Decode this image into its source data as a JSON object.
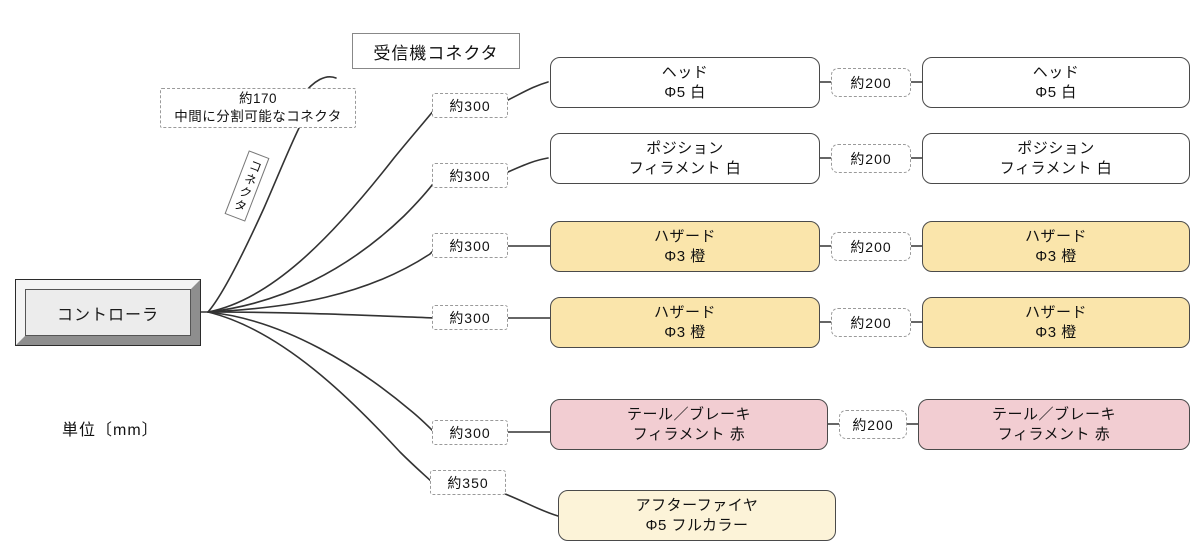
{
  "diagram": {
    "title_note": "受信機コネクタ",
    "unit_note": "単位〔mm〕",
    "controller": {
      "label": "コントローラ"
    },
    "connector_note": {
      "line1": "約170",
      "line2": "中間に分割可能なコネクタ"
    },
    "connector_tag": {
      "label": "コネクタ"
    },
    "colors": {
      "white_fill": "#ffffff",
      "amber_fill": "#fae5ab",
      "cream_fill": "#fcf3d8",
      "pink_fill": "#f2cdd2",
      "box_stroke": "#4a4a4a",
      "wire_stroke": "#333333",
      "dash_stroke": "#9a9a9a",
      "controller_face": "#ececec"
    },
    "left_lengths": [
      "約300",
      "約300",
      "約300",
      "約300",
      "約300",
      "約350"
    ],
    "mid_lengths": [
      "約200",
      "約200",
      "約200",
      "約200",
      "約200"
    ],
    "rows": [
      {
        "left": {
          "line1": "ヘッド",
          "line2": "Φ5 白",
          "fill": "white"
        },
        "right": {
          "line1": "ヘッド",
          "line2": "Φ5 白",
          "fill": "white"
        },
        "mid": "約200",
        "left_len": "約300"
      },
      {
        "left": {
          "line1": "ポジション",
          "line2": "フィラメント 白",
          "fill": "white"
        },
        "right": {
          "line1": "ポジション",
          "line2": "フィラメント 白",
          "fill": "white"
        },
        "mid": "約200",
        "left_len": "約300"
      },
      {
        "left": {
          "line1": "ハザード",
          "line2": "Φ3 橙",
          "fill": "amber"
        },
        "right": {
          "line1": "ハザード",
          "line2": "Φ3 橙",
          "fill": "amber"
        },
        "mid": "約200",
        "left_len": "約300"
      },
      {
        "left": {
          "line1": "ハザード",
          "line2": "Φ3 橙",
          "fill": "amber"
        },
        "right": {
          "line1": "ハザード",
          "line2": "Φ3 橙",
          "fill": "amber"
        },
        "mid": "約200",
        "left_len": "約300"
      },
      {
        "left": {
          "line1": "テール／ブレーキ",
          "line2": "フィラメント 赤",
          "fill": "pink"
        },
        "right": {
          "line1": "テール／ブレーキ",
          "line2": "フィラメント 赤",
          "fill": "pink"
        },
        "mid": "約200",
        "left_len": "約300"
      },
      {
        "left": {
          "line1": "アフターファイヤ",
          "line2": "Φ5 フルカラー",
          "fill": "cream"
        },
        "right": null,
        "mid": null,
        "left_len": "約350"
      }
    ]
  }
}
